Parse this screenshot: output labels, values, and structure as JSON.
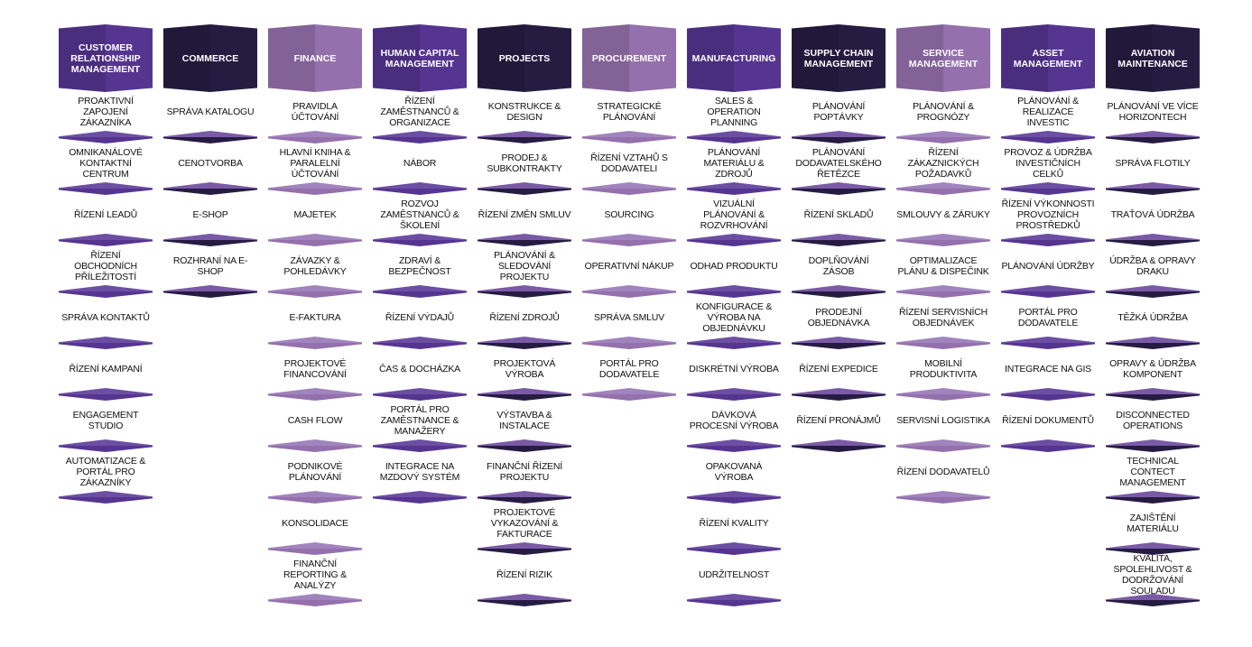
{
  "columns": [
    {
      "title": "CUSTOMER RELATIONSHIP MANAGEMENT",
      "color": "#553590",
      "plate": "#6c4ea3",
      "items": [
        "PROAKTIVNÍ ZAPOJENÍ ZÁKAZNÍKA",
        "OMNIKANÁLOVÉ KONTAKTNÍ CENTRUM",
        "ŘÍZENÍ LEADŮ",
        "ŘÍZENÍ OBCHODNÍCH PŘÍLEŽITOSTÍ",
        "SPRÁVA KONTAKTŮ",
        "ŘÍZENÍ KAMPANÍ",
        "ENGAGEMENT STUDIO",
        "AUTOMATIZACE & PORTÁL PRO ZÁKAZNÍKY"
      ]
    },
    {
      "title": "COMMERCE",
      "color": "#261c42",
      "plate": "#7a5aa6",
      "items": [
        "SPRÁVA KATALOGU",
        "CENOTVORBA",
        "E-SHOP",
        "ROZHRANÍ NA E-SHOP"
      ]
    },
    {
      "title": "FINANCE",
      "color": "#9470ac",
      "plate": "#a184bd",
      "items": [
        "PRAVIDLA ÚČTOVÁNÍ",
        "HLAVNÍ KNIHA & PARALELNÍ ÚČTOVÁNÍ",
        "MAJETEK",
        "ZÁVAZKY & POHLEDÁVKY",
        "E-FAKTURA",
        "PROJEKTOVÉ FINANCOVÁNÍ",
        "CASH FLOW",
        "PODNIKOVÉ PLÁNOVÁNÍ",
        "KONSOLIDACE",
        "FINANČNÍ REPORTING & ANALÝZY"
      ]
    },
    {
      "title": "HUMAN CAPITAL MANAGEMENT",
      "color": "#553590",
      "plate": "#6c4ea3",
      "items": [
        "ŘÍZENÍ ZAMĚSTNANCŮ & ORGANIZACE",
        "NÁBOR",
        "ROZVOJ ZAMĚSTNANCŮ & ŠKOLENÍ",
        "ZDRAVÍ & BEZPEČNOST",
        "ŘÍZENÍ VÝDAJŮ",
        "ČAS & DOCHÁZKA",
        "PORTÁL PRO ZAMĚSTNANCE & MANAŽERY",
        "INTEGRACE NA MZDOVÝ SYSTÉM"
      ]
    },
    {
      "title": "PROJECTS",
      "color": "#261c42",
      "plate": "#7a5aa6",
      "items": [
        "KONSTRUKCE & DESIGN",
        "PRODEJ & SUBKONTRAKTY",
        "ŘÍZENÍ ZMĚN SMLUV",
        "PLÁNOVÁNÍ & SLEDOVÁNÍ PROJEKTU",
        "ŘÍZENÍ ZDROJŮ",
        "PROJEKTOVÁ VÝROBA",
        "VÝSTAVBA & INSTALACE",
        "FINANČNÍ ŘÍZENÍ PROJEKTU",
        "PROJEKTOVÉ VYKAZOVÁNÍ & FAKTURACE",
        "ŘÍZENÍ RIZIK"
      ]
    },
    {
      "title": "PROCUREMENT",
      "color": "#9470ac",
      "plate": "#a184bd",
      "items": [
        "STRATEGICKÉ PLÁNOVÁNÍ",
        "ŘÍZENÍ VZTAHŮ S DODAVATELI",
        "SOURCING",
        "OPERATIVNÍ NÁKUP",
        "SPRÁVA SMLUV",
        "PORTÁL PRO DODAVATELE"
      ]
    },
    {
      "title": "MANUFACTURING",
      "color": "#553590",
      "plate": "#6c4ea3",
      "items": [
        "SALES & OPERATION PLANNING",
        "PLÁNOVÁNÍ MATERIÁLU & ZDROJŮ",
        "VIZUÁLNÍ PLÁNOVÁNÍ & ROZVRHOVÁNÍ",
        "ODHAD PRODUKTU",
        "KONFIGURACE & VÝROBA NA OBJEDNÁVKU",
        "DISKRÉTNÍ VÝROBA",
        "DÁVKOVÁ PROCESNÍ VÝROBA",
        "OPAKOVANÁ VÝROBA",
        "ŘÍZENÍ KVALITY",
        "UDRŽITELNOST"
      ]
    },
    {
      "title": "SUPPLY CHAIN MANAGEMENT",
      "color": "#261c42",
      "plate": "#7a5aa6",
      "items": [
        "PLÁNOVÁNÍ POPTÁVKY",
        "PLÁNOVÁNÍ DODAVATELSKÉHO ŘETĚZCE",
        "ŘÍZENÍ SKLADŮ",
        "DOPLŇOVÁNÍ ZÁSOB",
        "PRODEJNÍ OBJEDNÁVKA",
        "ŘÍZENÍ EXPEDICE",
        "ŘÍZENÍ PRONÁJMŮ"
      ]
    },
    {
      "title": "SERVICE MANAGEMENT",
      "color": "#9470ac",
      "plate": "#a184bd",
      "items": [
        "PLÁNOVÁNÍ & PROGNÓZY",
        "ŘÍZENÍ ZÁKAZNICKÝCH POŽADAVKŮ",
        "SMLOUVY & ZÁRUKY",
        "OPTIMALIZACE PLÁNU & DISPEČINK",
        "ŘÍZENÍ SERVISNÍCH OBJEDNÁVEK",
        "MOBILNÍ PRODUKTIVITA",
        "SERVISNÍ LOGISTIKA",
        "ŘÍZENÍ DODAVATELŮ"
      ]
    },
    {
      "title": "ASSET MANAGEMENT",
      "color": "#553590",
      "plate": "#6c4ea3",
      "items": [
        "PLÁNOVÁNÍ & REALIZACE INVESTIC",
        "PROVOZ & ÚDRŽBA INVESTIČNÍCH CELKŮ",
        "ŘÍZENÍ VÝKONNOSTI PROVOZNÍCH PROSTŘEDKŮ",
        "PLÁNOVÁNÍ ÚDRŽBY",
        "PORTÁL PRO DODAVATELE",
        "INTEGRACE NA GIS",
        "ŘÍZENÍ DOKUMENTŮ"
      ]
    },
    {
      "title": "AVIATION MAINTENANCE",
      "color": "#261c42",
      "plate": "#7a5aa6",
      "items": [
        "PLÁNOVÁNÍ VE VÍCE HORIZONTECH",
        "SPRÁVA FLOTILY",
        "TRAŤOVÁ ÚDRŽBA",
        "ÚDRŽBA & OPRAVY DRAKU",
        "TĚŽKÁ ÚDRŽBA",
        "OPRAVY & ÚDRŽBA KOMPONENT",
        "DISCONNECTED OPERATIONS",
        "TECHNICAL CONTECT MANAGEMENT",
        "ZAJIŠTĚNÍ MATERIÁLU",
        "KVALITA, SPOLEHLIVOST & DODRŽOVÁNÍ SOULADU"
      ]
    }
  ]
}
